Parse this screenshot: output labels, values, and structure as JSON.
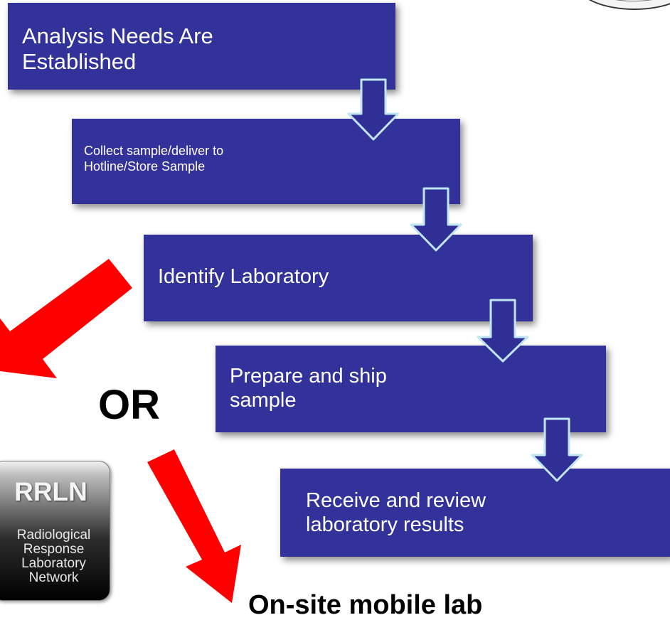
{
  "steps": [
    {
      "lines": [
        "Analysis Needs Are",
        "Established"
      ]
    },
    {
      "lines": [
        "Collect sample/deliver to",
        "Hotline/Store Sample"
      ]
    },
    {
      "lines": [
        "Identify Laboratory"
      ]
    },
    {
      "lines": [
        "Prepare and ship",
        "sample"
      ]
    },
    {
      "lines": [
        "Receive and review",
        "laboratory results"
      ]
    }
  ],
  "or_label": "OR",
  "mobile_lab_label": "On-site mobile lab",
  "rrln": {
    "title": "RRLN",
    "lines": [
      "Radiological",
      "Response",
      "Laboratory",
      "Network"
    ]
  },
  "colors": {
    "box": "#32329a",
    "down_arrow": "#2f2f95",
    "down_arrow_border": "#bfe6f2",
    "red_arrow": "#ff0000"
  }
}
